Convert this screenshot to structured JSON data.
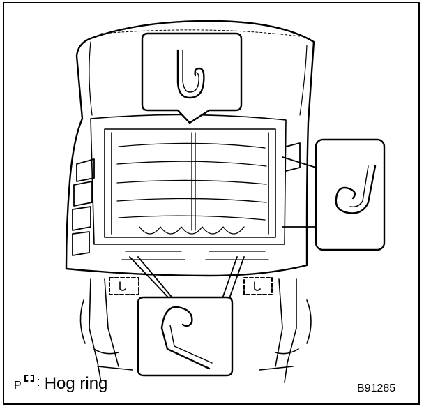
{
  "legend": {
    "prefix": "P",
    "symbol_icon": "hog-ring-dashed-box",
    "label": "Hog ring"
  },
  "figure_code": "B91285",
  "colors": {
    "ink": "#000000",
    "paper": "#ffffff"
  }
}
